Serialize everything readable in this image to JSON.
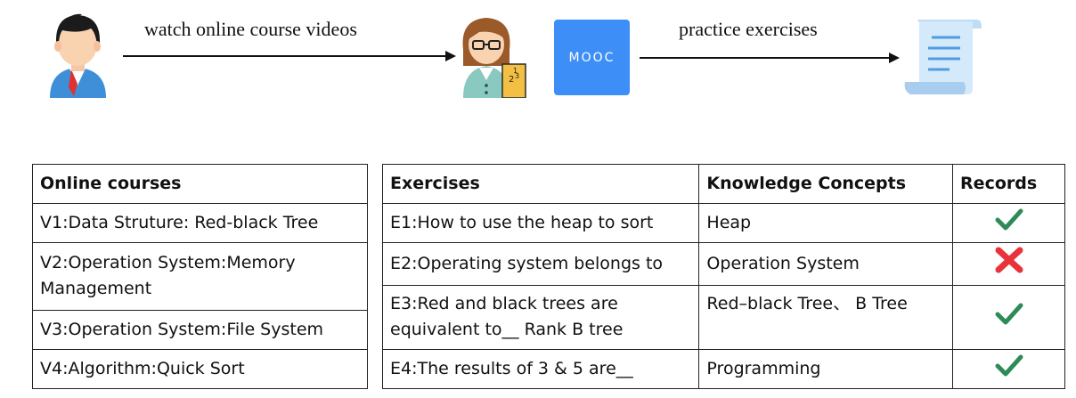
{
  "flow": {
    "step1_label": "watch online course videos",
    "step2_label": "practice exercises",
    "platform_label": "MOOC"
  },
  "courses": {
    "header": "Online courses",
    "rows": [
      "V1:Data Struture: Red-black Tree",
      "V2:Operation System:Memory Management",
      "V3:Operation System:File System",
      "V4:Algorithm:Quick Sort"
    ]
  },
  "exercises": {
    "headers": [
      "Exercises",
      "Knowledge Concepts",
      "Records"
    ],
    "rows": [
      {
        "exercise": "E1:How to use the heap to sort",
        "concept": "Heap",
        "record": "correct"
      },
      {
        "exercise": "E2:Operating system belongs to",
        "concept": "Operation System",
        "record": "wrong"
      },
      {
        "exercise": "E3:Red and black trees are equivalent to__ Rank B tree",
        "concept": "Red–black Tree、 B Tree",
        "record": "correct"
      },
      {
        "exercise": "E4:The results of 3 & 5 are__",
        "concept": "Programming",
        "record": "correct"
      }
    ]
  },
  "colors": {
    "check": "#2e8b57",
    "cross": "#e8333a",
    "mooc": "#3d8ef6"
  }
}
